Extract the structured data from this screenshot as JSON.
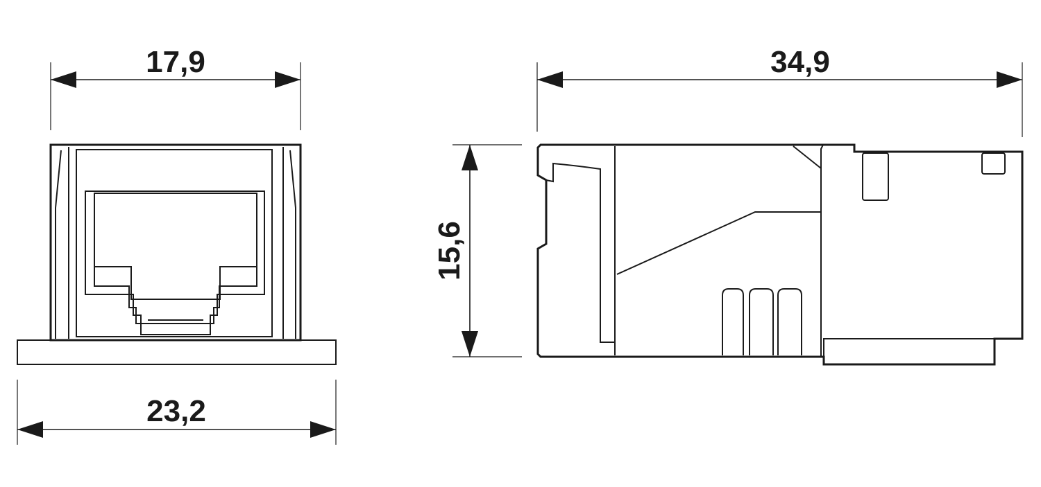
{
  "dimensions": {
    "front_width": "17,9",
    "base_width": "23,2",
    "side_length": "34,9",
    "height": "15,6"
  }
}
